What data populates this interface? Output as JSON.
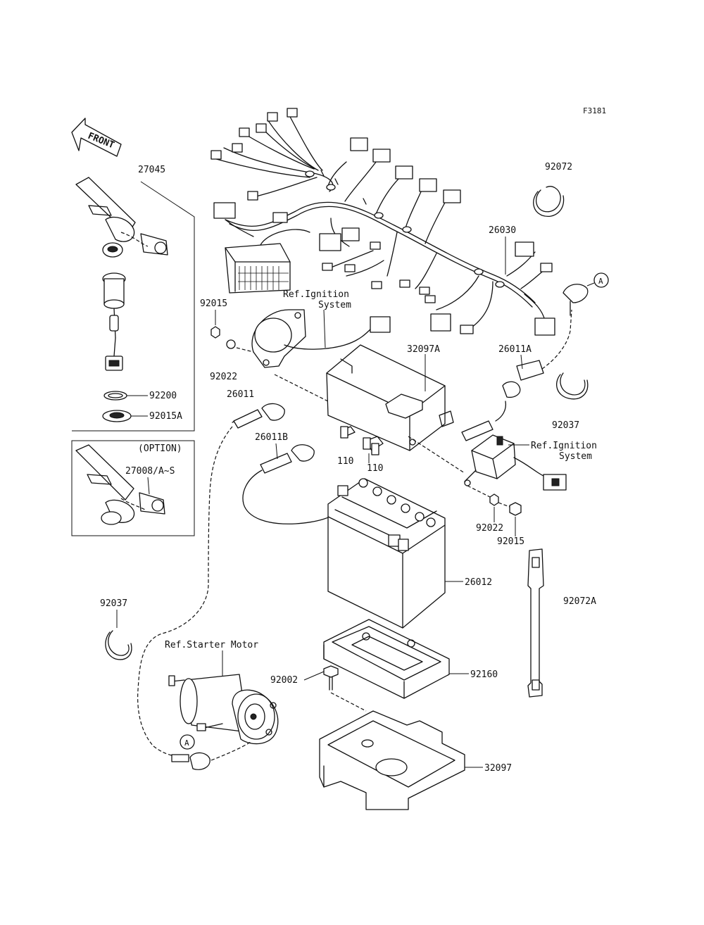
{
  "figure_code": "F3181",
  "front_label": "FRONT",
  "option_label": "(OPTION)",
  "refs": {
    "ignition_1": [
      "Ref.Ignition",
      "System"
    ],
    "ignition_2": [
      "Ref.Ignition",
      "System"
    ],
    "starter_motor": "Ref.Starter Motor"
  },
  "markers": {
    "a_top": "A",
    "a_bottom": "A"
  },
  "parts": {
    "p27045": "27045",
    "p92200": "92200",
    "p92015A": "92015A",
    "p27008": "27008/A~S",
    "p92015_left": "92015",
    "p92022_left": "92022",
    "p26011": "26011",
    "p26011B": "26011B",
    "p92072": "92072",
    "p26030": "26030",
    "p32097A": "32097A",
    "p26011A": "26011A",
    "p92037_right": "92037",
    "p110_a": "110",
    "p110_b": "110",
    "p92022_right": "92022",
    "p92015_right": "92015",
    "p26012": "26012",
    "p92072A": "92072A",
    "p92037_left": "92037",
    "p92002": "92002",
    "p92160": "92160",
    "p32097": "32097"
  }
}
